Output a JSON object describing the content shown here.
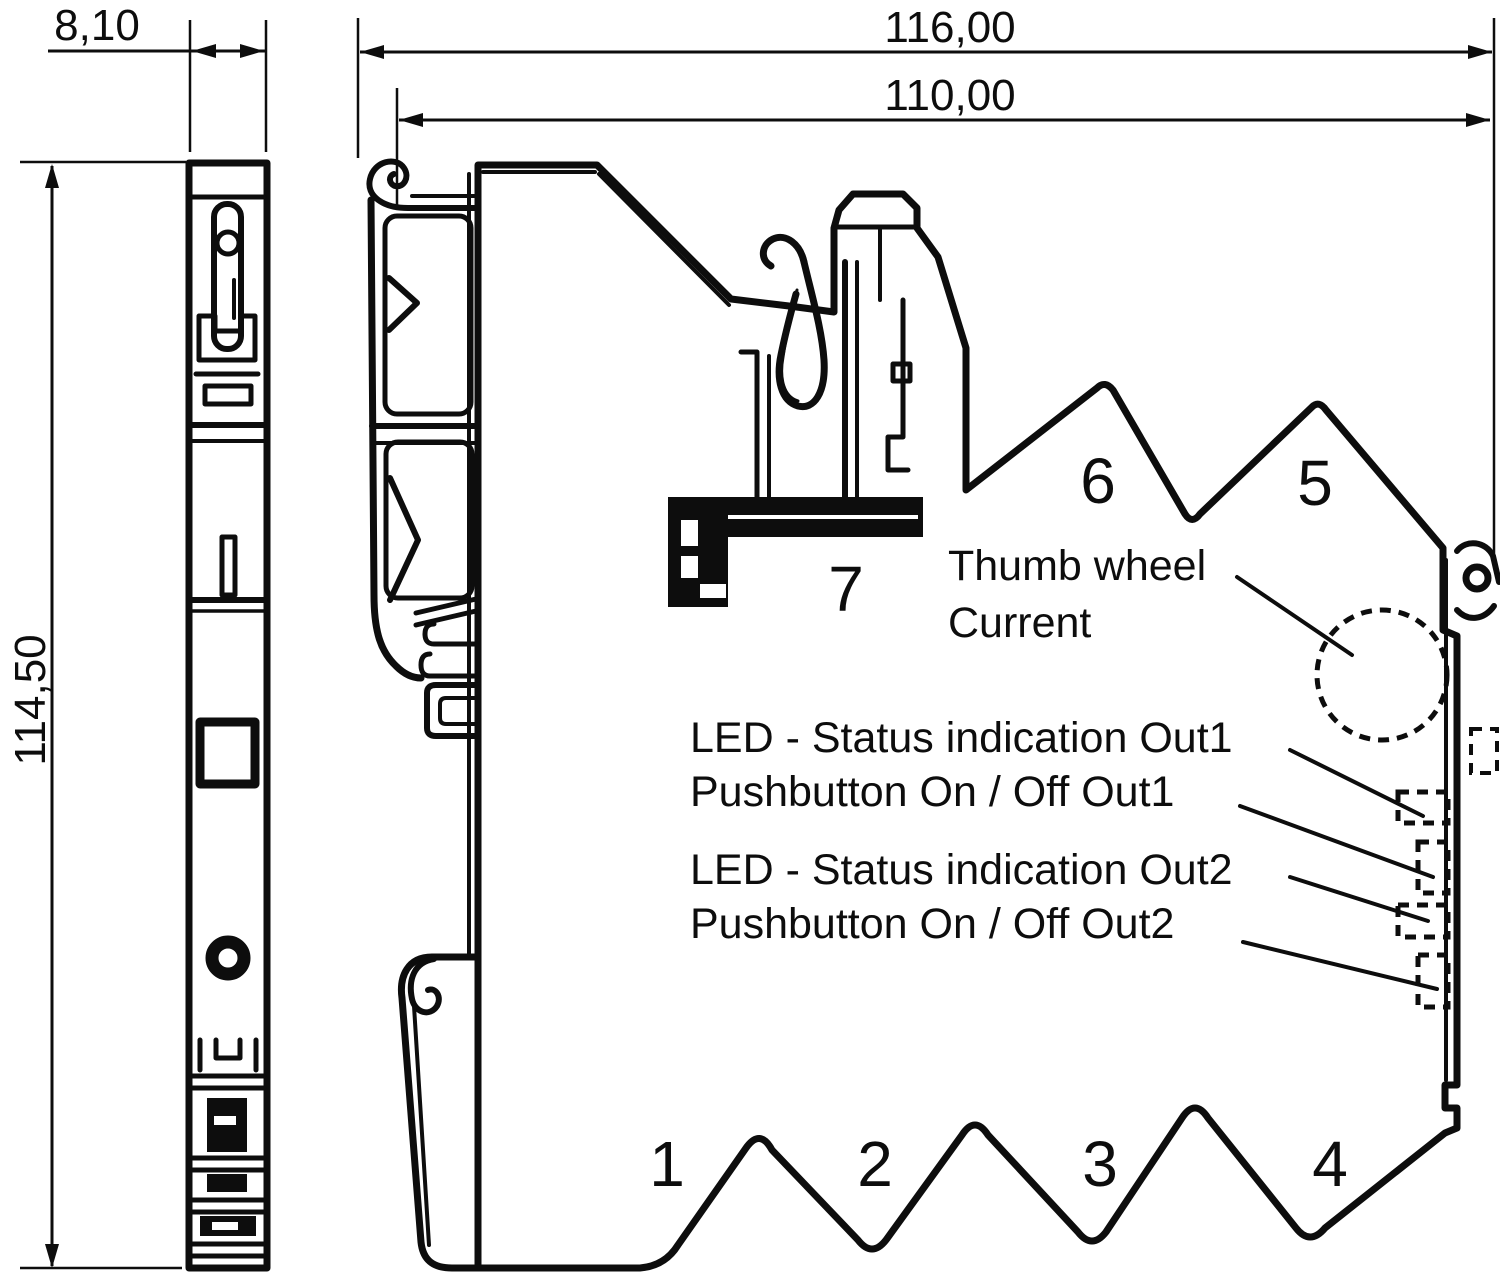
{
  "diagram": {
    "type": "technical-dimension-drawing",
    "background_color": "#ffffff",
    "line_color": "#0d0d0d",
    "views": {
      "side_view": "narrow side profile",
      "main_view": "front profile with terminals"
    }
  },
  "dimensions": {
    "depth": "8,10",
    "height": "114,50",
    "width_total": "116,00",
    "width_body": "110,00"
  },
  "terminals": {
    "t1": "1",
    "t2": "2",
    "t3": "3",
    "t4": "4",
    "t5": "5",
    "t6": "6",
    "t7": "7"
  },
  "labels": {
    "thumb_wheel_line1": "Thumb wheel",
    "thumb_wheel_line2": "Current",
    "led_out1": "LED - Status indication Out1",
    "pushbutton_out1": "Pushbutton On / Off Out1",
    "led_out2": "LED - Status indication Out2",
    "pushbutton_out2": "Pushbutton On / Off Out2"
  }
}
